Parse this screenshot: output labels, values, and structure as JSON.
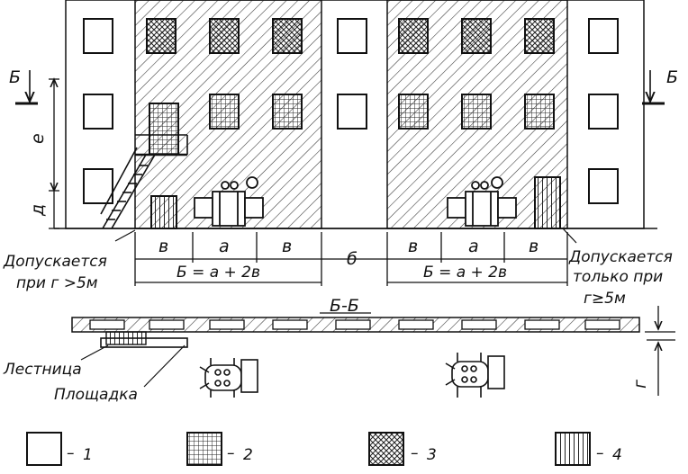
{
  "section_marker": "Б",
  "section_title": "Б-Б",
  "dim_letters": {
    "e": "е",
    "d": "д",
    "v": "в",
    "a": "а",
    "b": "б",
    "g": "г"
  },
  "formula": "Б = а + 2в",
  "notes": {
    "left_note_line1": "Допускается",
    "left_note_line2": "при г >5м",
    "right_note_line1": "Допускается",
    "right_note_line2": "только при",
    "right_note_line3": "г≥5м"
  },
  "plan_labels": {
    "stair": "Лестница",
    "platform": "Площадка"
  },
  "legend": [
    {
      "number": "1"
    },
    {
      "number": "2"
    },
    {
      "number": "3"
    },
    {
      "number": "4"
    }
  ],
  "legend_dash": "–"
}
